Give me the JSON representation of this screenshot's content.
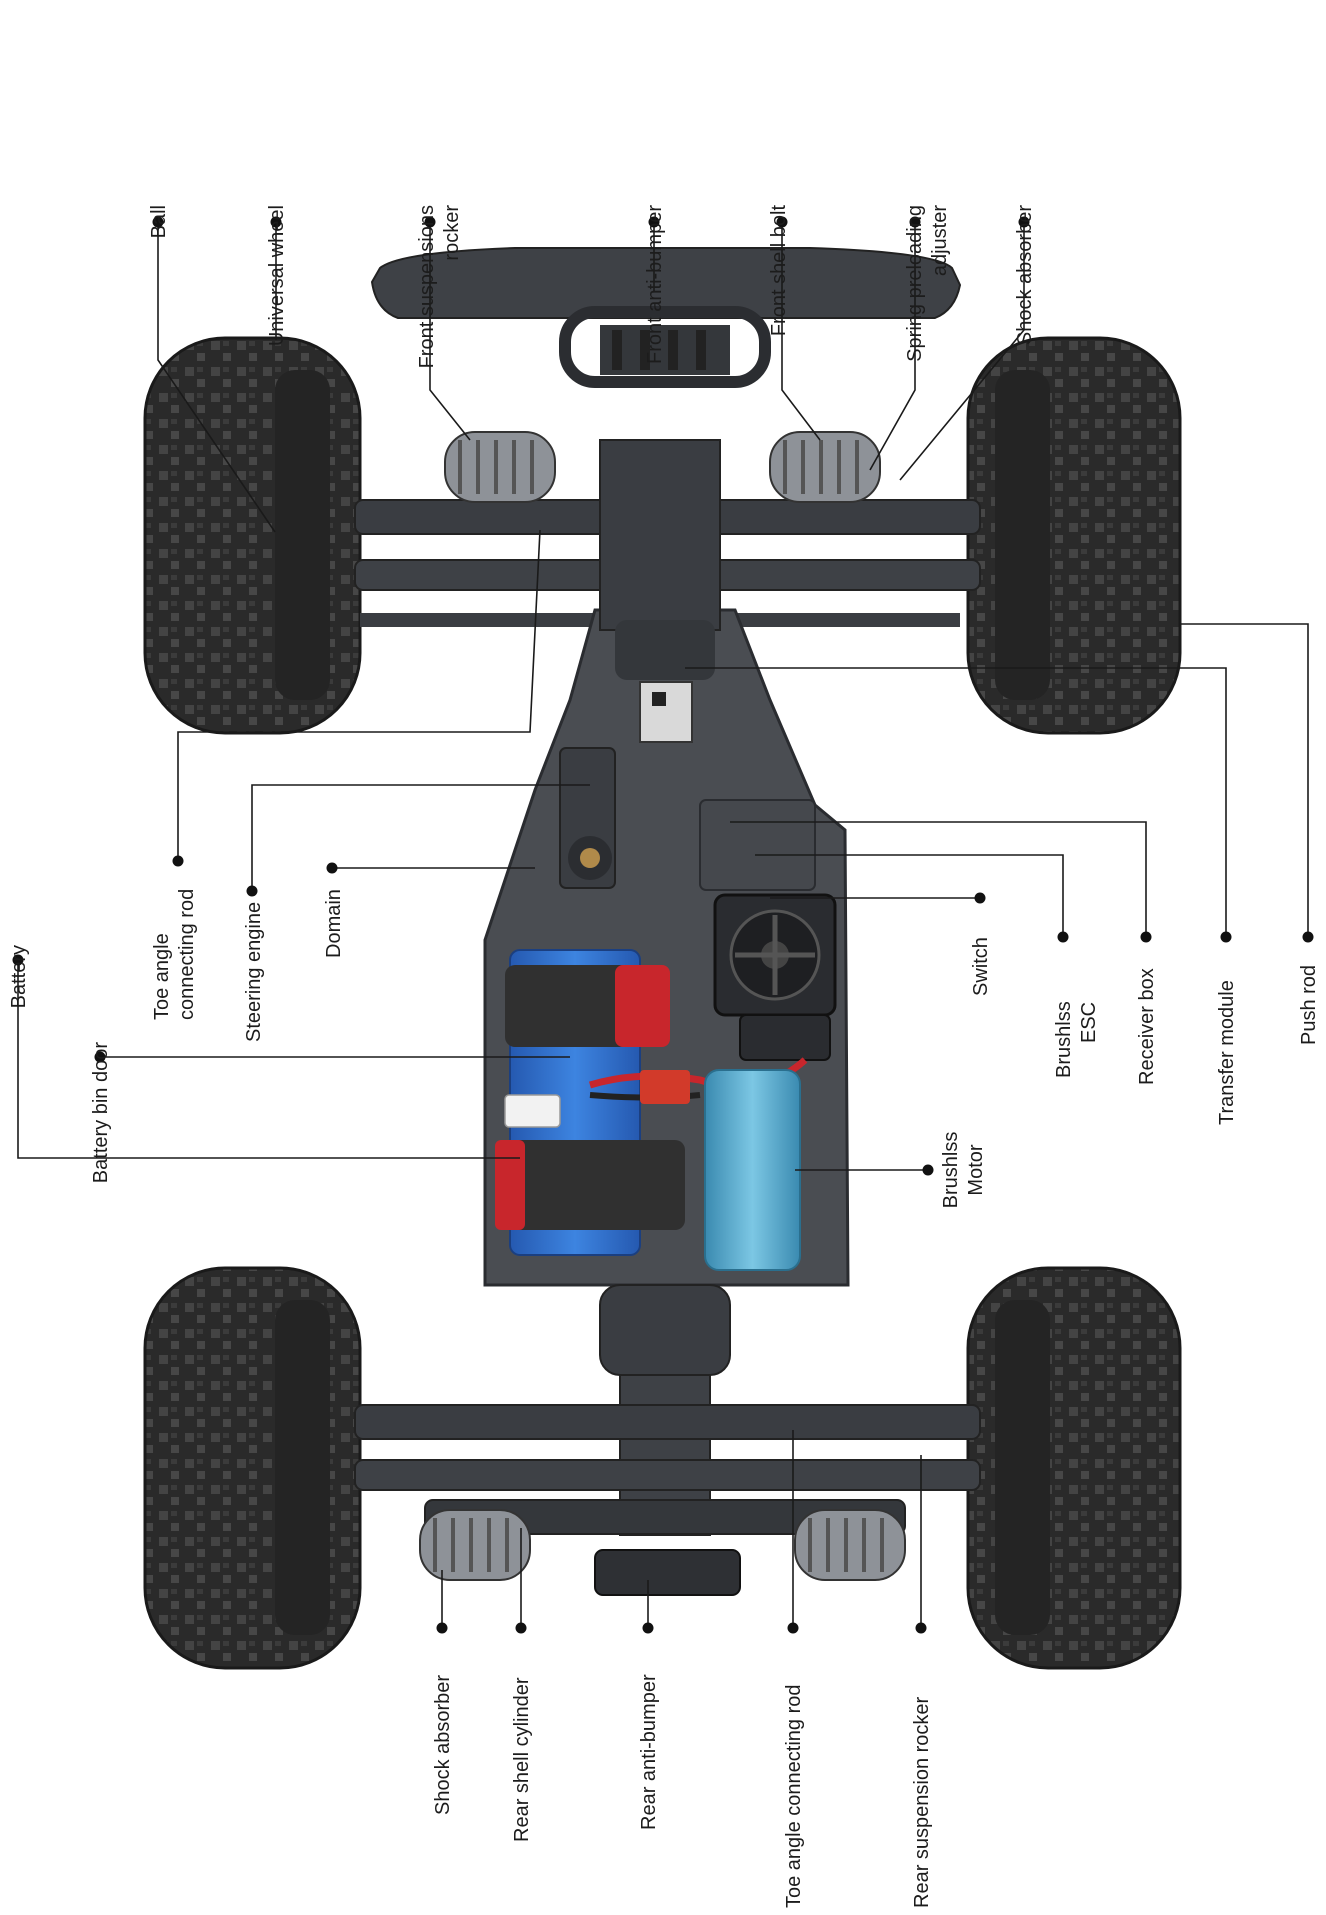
{
  "labels": {
    "ball": "Ball",
    "universal_wheel": "Universal wheel",
    "front_susp_rocker_1": "Front suspensions",
    "front_susp_rocker_2": "rocker",
    "front_anti_bumper": "Front anti-bumper",
    "front_shell_bolt": "Front shell bolt",
    "spring_preload_1": "Spring preloading",
    "spring_preload_2": "adjuster",
    "shock_absorber_front": "Shock absorber",
    "battery": "Battery",
    "battery_bin_door": "Battery bin door",
    "toe_rod_1": "Toe angle",
    "toe_rod_2": "connecting rod",
    "steering_engine": "Steering engine",
    "domain": "Domain",
    "switch": "Switch",
    "esc_1": "Brushlss",
    "esc_2": "ESC",
    "receiver_box": "Receiver box",
    "transfer_module": "Transfer module",
    "push_rod": "Push rod",
    "motor_1": "Brushlss",
    "motor_2": "Motor",
    "shock_absorber_rear": "Shock absorber",
    "rear_shell_cylinder": "Rear shell cylinder",
    "rear_anti_bumper": "Rear anti-bumper",
    "toe_rod_rear": "Toe angle connecting rod",
    "rear_susp_rocker": "Rear suspension rocker"
  },
  "colors": {
    "chassis": "#4a4d52",
    "chassis_dark": "#2e3034",
    "tire": "#2a2a2a",
    "battery": "#2f6fd0",
    "strap": "#303030",
    "strap_red": "#c8262c",
    "motor": "#5aa9c9",
    "connector": "#d23a2a",
    "leader": "#1a1a1a"
  }
}
